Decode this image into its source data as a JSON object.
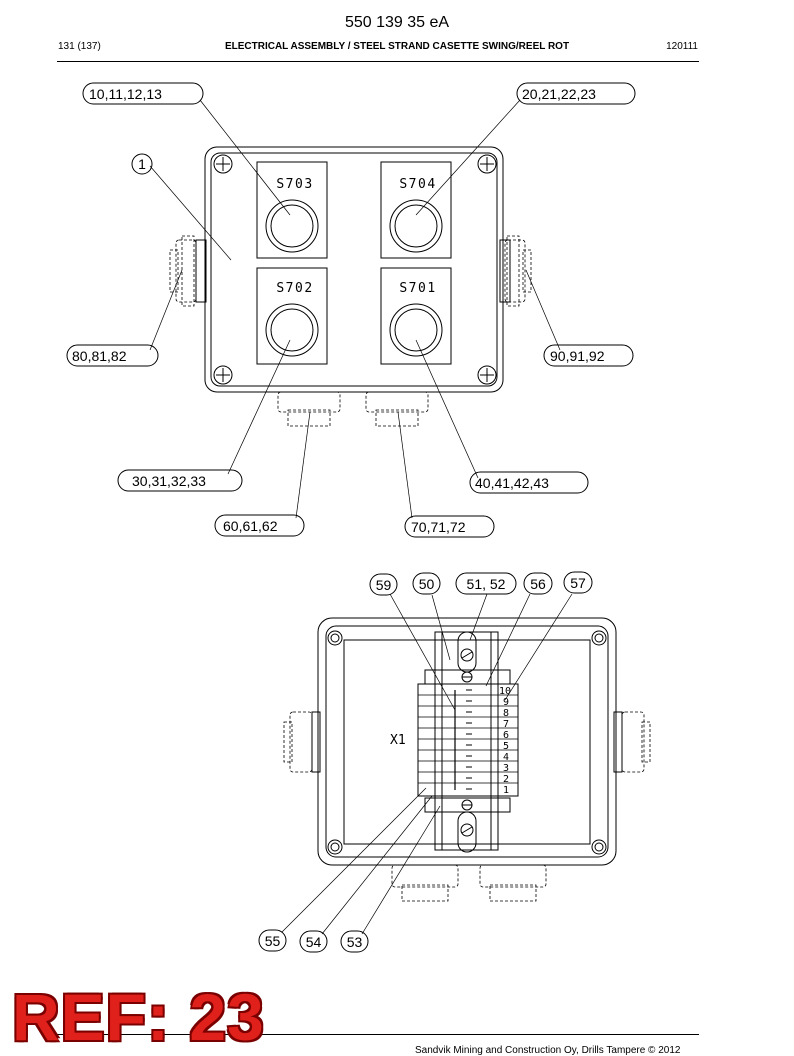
{
  "header": {
    "doc_number": "550 139 35 eA",
    "page": "131 (137)",
    "title": "ELECTRICAL ASSEMBLY / STEEL STRAND CASETTE SWING/REEL ROT",
    "date": "120111"
  },
  "upper_view": {
    "switches": [
      "S703",
      "S704",
      "S702",
      "S701"
    ],
    "callouts": [
      "10,11,12,13",
      "20,21,22,23",
      "1",
      "80,81,82",
      "90,91,92",
      "30,31,32,33",
      "40,41,42,43",
      "60,61,62",
      "70,71,72"
    ]
  },
  "lower_view": {
    "terminal_label": "X1",
    "terminal_numbers": [
      "10",
      "9",
      "8",
      "7",
      "6",
      "5",
      "4",
      "3",
      "2",
      "1"
    ],
    "callouts_top": [
      "59",
      "50",
      "51, 52",
      "56",
      "57"
    ],
    "callouts_bottom": [
      "55",
      "54",
      "53"
    ]
  },
  "stamp": {
    "text": "REF: 23",
    "color": "#e0201a"
  },
  "footer": {
    "text": "Sandvik Mining and Construction Oy, Drills Tampere © 2012"
  }
}
